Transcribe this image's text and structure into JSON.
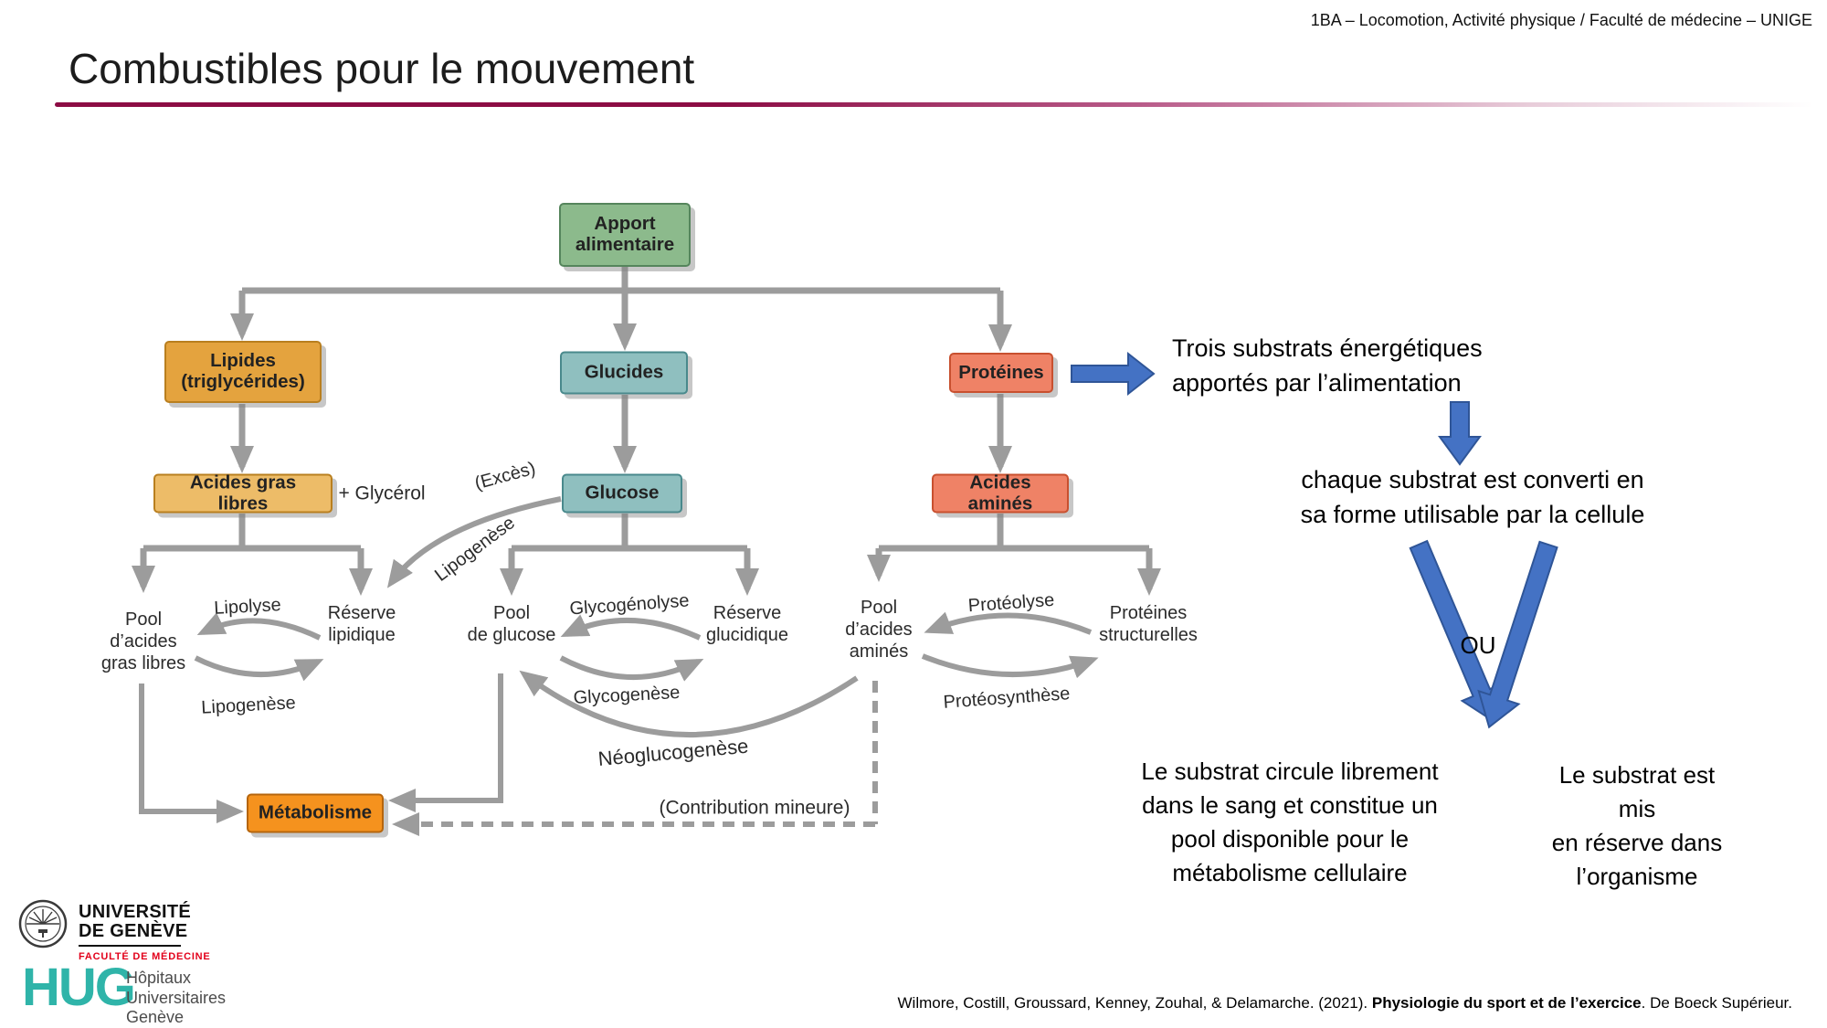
{
  "header": {
    "course_info": "1BA – Locomotion, Activité physique / Faculté de médecine – UNIGE"
  },
  "title": "Combustibles pour le mouvement",
  "diagram": {
    "boxes": {
      "apport": "Apport\nalimentaire",
      "lipides": "Lipides\n(triglycérides)",
      "glucides": "Glucides",
      "proteines": "Protéines",
      "acides_gras_libres": "Acides gras libres",
      "glucose": "Glucose",
      "acides_amines": "Acides aminés",
      "metabolisme": "Métabolisme"
    },
    "labels": {
      "glycerol": "+ Glycérol",
      "exces": "(Excès)",
      "lipogenese_exces": "Lipogenèse",
      "pool_acides_gras": "Pool\nd’acides\ngras libres",
      "lipolyse": "Lipolyse",
      "reserve_lipidique": "Réserve\nlipidique",
      "lipogenese_cycle": "Lipogenèse",
      "pool_glucose": "Pool\nde glucose",
      "glycogenolyse": "Glycogénolyse",
      "reserve_glucidique": "Réserve\nglucidique",
      "glycogenese": "Glycogenèse",
      "pool_acides_amines": "Pool\nd’acides\naminés",
      "proteolyse": "Protéolyse",
      "proteines_structurelles": "Protéines\nstructurelles",
      "proteosynthese": "Protéosynthèse",
      "neoglucogenese": "Néoglucogenèse",
      "contribution_mineure": "(Contribution mineure)"
    }
  },
  "annotations": {
    "note_substrats": "Trois substrats énergétiques\napportés par l’alimentation",
    "note_conversion": "chaque substrat est converti en\nsa forme utilisable par la cellule",
    "ou": "OU",
    "note_pool": "Le substrat circule librement\ndans le sang et constitue un\npool disponible pour le\nmétabolisme cellulaire",
    "note_reserve": "Le substrat est mis\nen réserve dans\nl’organisme"
  },
  "footer": {
    "citation_prefix": "Wilmore, Costill, Groussard, Kenney, Zouhal, & Delamarche. (2021). ",
    "citation_title": "Physiologie du sport et de l’exercice",
    "citation_suffix": ". De Boeck Supérieur."
  },
  "logos": {
    "unige_name_line1": "UNIVERSITÉ",
    "unige_name_line2": "DE GENÈVE",
    "unige_faculty": "FACULTÉ DE MÉDECINE",
    "hug_acronym": "HUG",
    "hug_name": "Hôpitaux\nUniversitaires\nGenève"
  },
  "colors": {
    "accent-underline": "#8C0C44",
    "box-green": "#8CBA8C",
    "box-green-border": "#55855C",
    "box-orange": "#E4A33E",
    "box-orange-border": "#B97F1F",
    "box-orange-light": "#EDBC68",
    "box-teal": "#8FBFBF",
    "box-teal-border": "#49898C",
    "box-salmon": "#EF8266",
    "box-salmon-border": "#C8502F",
    "box-metabolisme": "#F5921E",
    "box-metabolisme-border": "#B5650D",
    "arrow-gray": "#9C9C9C",
    "arrow-blue": "#4472C4",
    "arrow-blue-border": "#2F5597",
    "hug-teal": "#2FB4A9",
    "faculty-red": "#E2001A"
  }
}
